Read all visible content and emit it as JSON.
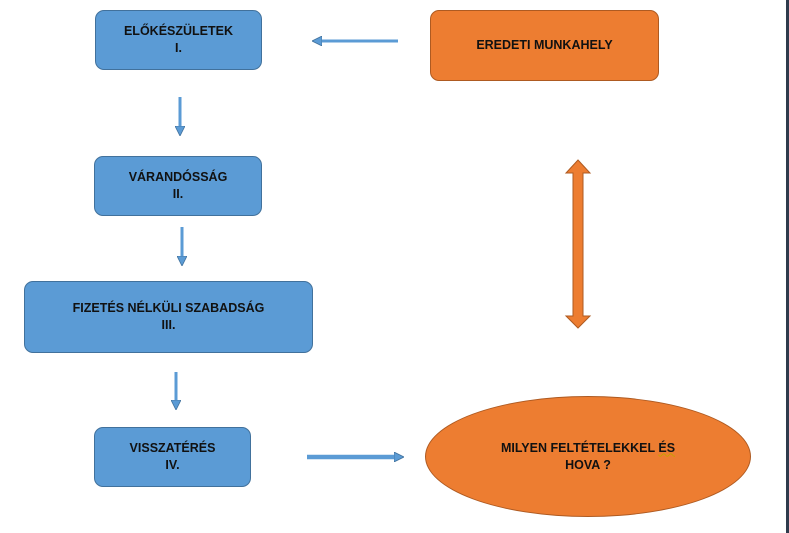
{
  "colors": {
    "blue_fill": "#5b9bd5",
    "blue_stroke": "#41719c",
    "orange_fill": "#ed7d31",
    "orange_stroke": "#ae5a21"
  },
  "nodes": {
    "elokeszuletek": {
      "title": "ELŐKÉSZÜLETEK",
      "number": "I."
    },
    "varandossag": {
      "title": "VÁRANDÓSSÁG",
      "number": "II."
    },
    "fizetes": {
      "title": "FIZETÉS NÉLKÜLI SZABADSÁG",
      "number": "III."
    },
    "visszateres": {
      "title": "VISSZATÉRÉS",
      "number": "IV."
    },
    "eredeti": {
      "title": "EREDETI MUNKAHELY"
    },
    "milyen": {
      "line1_a": "MILYEN FELTÉTELEKKEL ",
      "line1_b": "ÉS",
      "line2": "HOVA ?"
    }
  }
}
